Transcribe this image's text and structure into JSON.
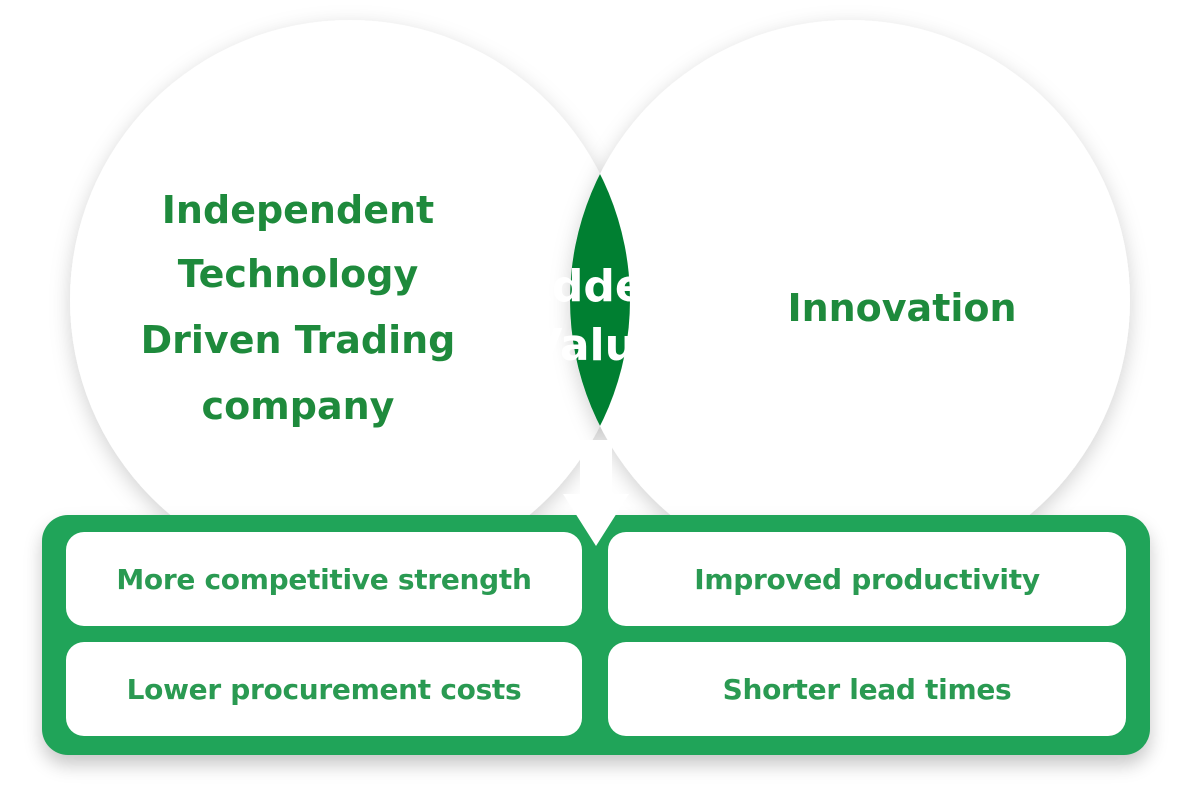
{
  "left_circle": {
    "lines": [
      "Independent",
      "Technology",
      "Driven Trading",
      "company"
    ]
  },
  "right_circle": {
    "label": "Innovation"
  },
  "center_leaf": {
    "lines": [
      "Added",
      "Value"
    ]
  },
  "results": {
    "top_left": "More competitive strength",
    "top_right": "Improved productivity",
    "bottom_left": "Lower procurement costs",
    "bottom_right": "Shorter lead times"
  },
  "colors": {
    "leaf_green": "#007f31",
    "panel_green": "#20a459",
    "text_green": "#1e8a3c",
    "circle_fill": "#ffffff"
  }
}
